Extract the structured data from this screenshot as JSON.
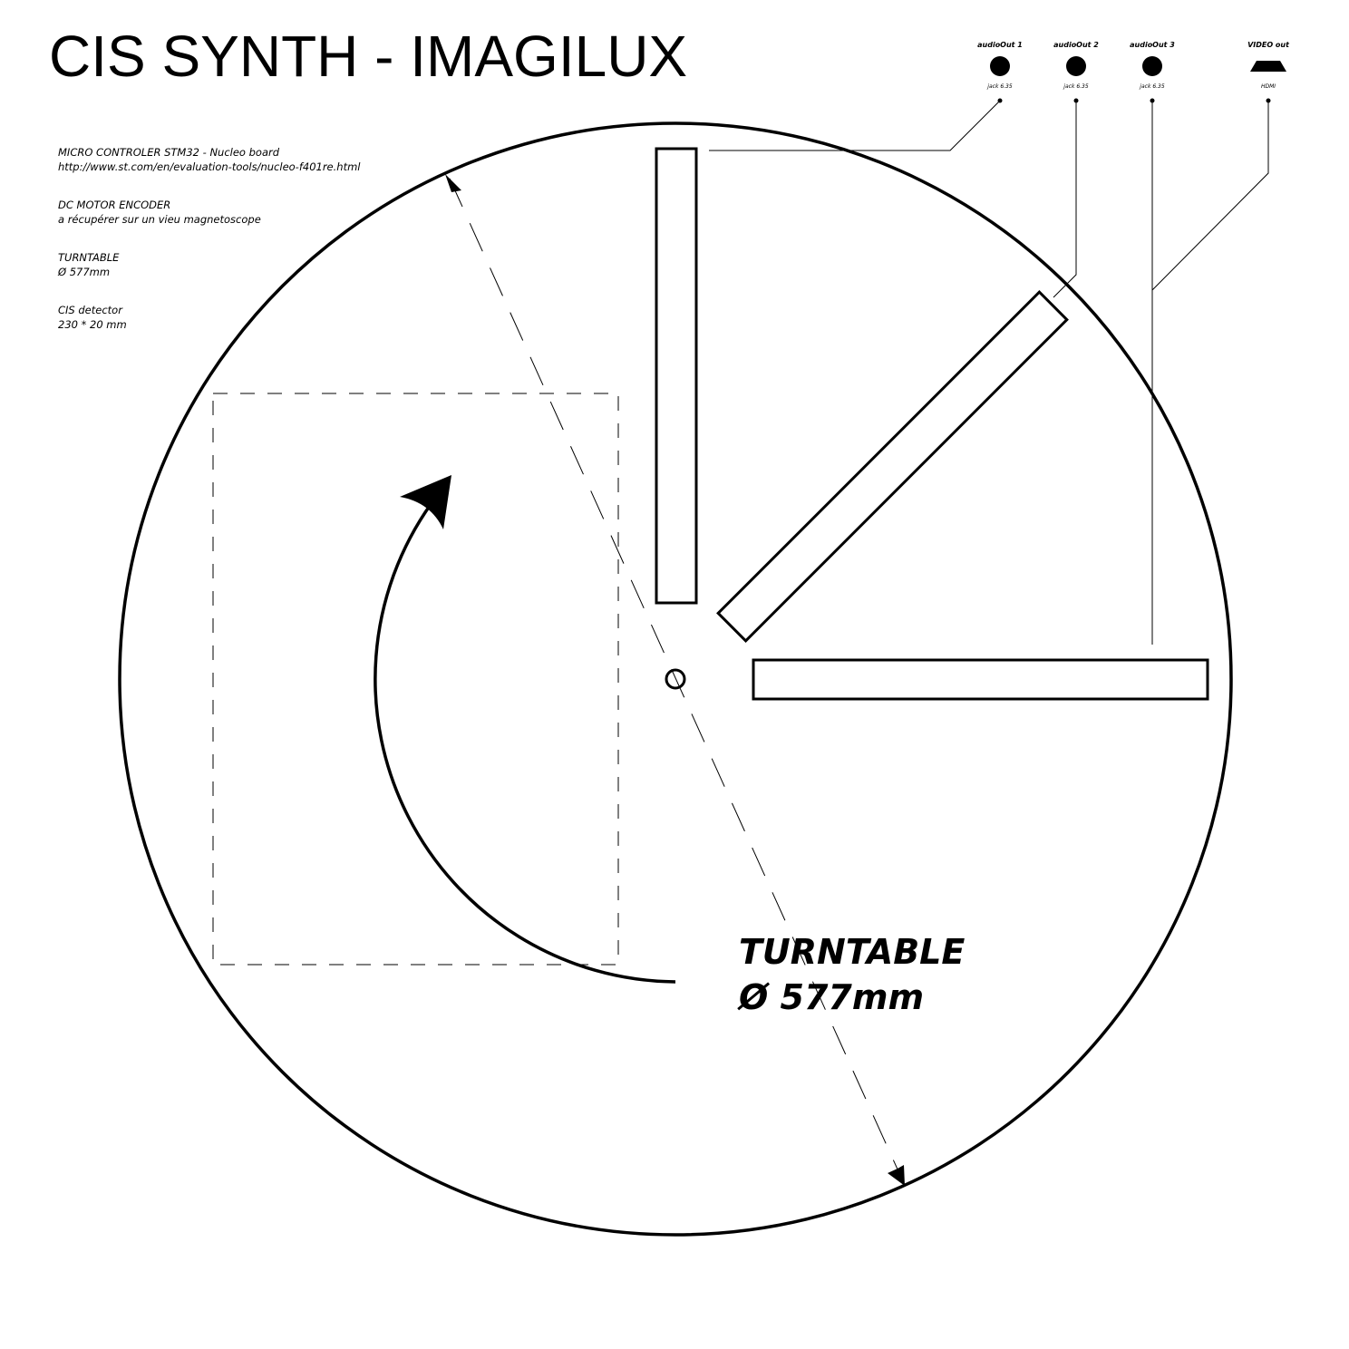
{
  "title": "CIS SYNTH - IMAGILUX",
  "notes": [
    {
      "head": "MICRO CONTROLER STM32 - Nucleo board",
      "sub": "http://www.st.com/en/evaluation-tools/nucleo-f401re.html"
    },
    {
      "head": "DC MOTOR ENCODER",
      "sub": "a récupérer sur un vieu magnetoscope"
    },
    {
      "head": "TURNTABLE",
      "sub": "Ø 577mm"
    },
    {
      "head": "CIS detector",
      "sub": "230 * 20 mm"
    }
  ],
  "ports": [
    {
      "label": "audioOut 1",
      "sub": "jack 6.35",
      "icon": "jack-icon"
    },
    {
      "label": "audioOut 2",
      "sub": "jack 6.35",
      "icon": "jack-icon"
    },
    {
      "label": "audioOut 3",
      "sub": "jack 6.35",
      "icon": "jack-icon"
    },
    {
      "label": "VIDEO out",
      "sub": "HDMI",
      "icon": "hdmi-icon"
    }
  ],
  "turntable": {
    "label": "TURNTABLE",
    "diameter": "Ø 577mm"
  },
  "colors": {
    "line": "#000000",
    "dash": "#333333",
    "background": "#ffffff"
  }
}
